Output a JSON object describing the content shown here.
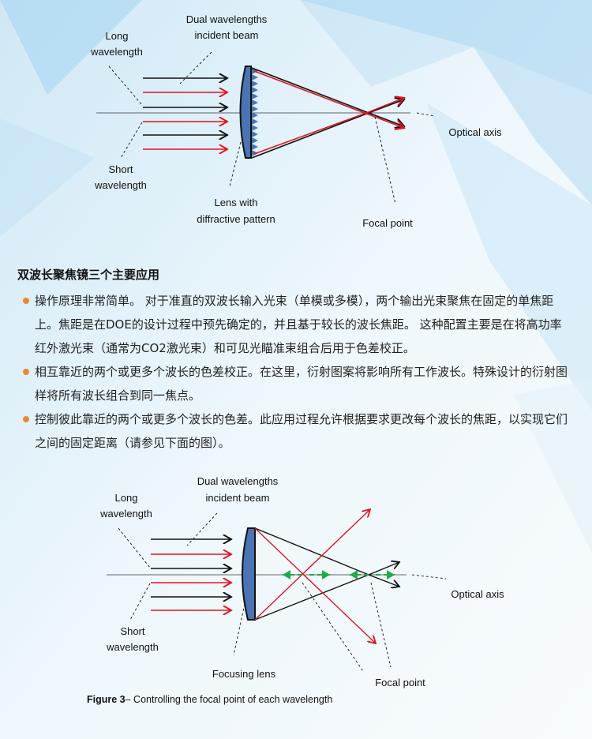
{
  "colors": {
    "long": "#111111",
    "short": "#e0141c",
    "lens": "#4a74b4",
    "bullet": "#e98a2c",
    "marker": "#22aa44"
  },
  "figure1": {
    "long_label": [
      "Long",
      "wavelength"
    ],
    "beam_label": [
      "Dual wavelengths",
      "incident beam"
    ],
    "short_label": [
      "Short",
      "wavelength"
    ],
    "lens_label": [
      "Lens with",
      "diffractive pattern"
    ],
    "focal_label": "Focal point",
    "axis_label": "Optical axis"
  },
  "section": {
    "heading": "双波长聚焦镜三个主要应用",
    "bullets": [
      "操作原理非常简单。 对于准直的双波长输入光束（单模或多模），两个输出光束聚焦在固定的单焦距上。焦距是在DOE的设计过程中预先确定的，并且基于较长的波长焦距。 这种配置主要是在将高功率红外激光束（通常为CO2激光束）和可见光瞄准束组合后用于色差校正。",
      "相互靠近的两个或更多个波长的色差校正。在这里，衍射图案将影响所有工作波长。特殊设计的衍射图样将所有波长组合到同一焦点。",
      "控制彼此靠近的两个或更多个波长的色差。此应用过程允许根据要求更改每个波长的焦距，以实现它们之间的固定距离（请参见下面的图）。"
    ]
  },
  "figure3": {
    "long_label": [
      "Long",
      "wavelength"
    ],
    "beam_label": [
      "Dual wavelengths",
      "incident beam"
    ],
    "short_label": [
      "Short",
      "wavelength"
    ],
    "lens_label": "Focusing lens",
    "focal_label": "Focal point",
    "axis_label": "Optical axis",
    "caption_bold": "Figure 3",
    "caption_text": "– Controlling the focal point of each wavelength"
  }
}
